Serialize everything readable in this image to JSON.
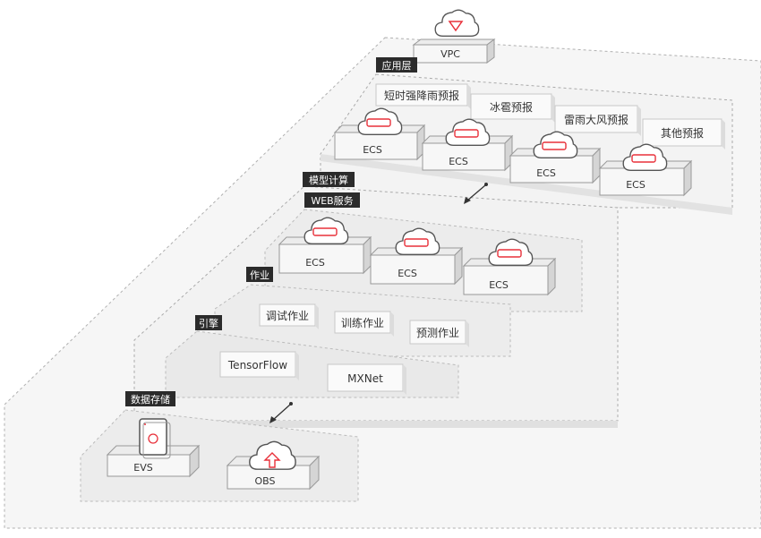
{
  "vpc": {
    "label": "VPC"
  },
  "layers": {
    "app": "应用层",
    "model": "模型计算",
    "web": "WEB服务",
    "job": "作业",
    "engine": "引擎",
    "storage": "数据存储"
  },
  "forecasts": [
    "短时强降雨预报",
    "冰雹预报",
    "雷雨大风预报",
    "其他预报"
  ],
  "app_servers": [
    "ECS",
    "ECS",
    "ECS",
    "ECS"
  ],
  "web_servers": [
    "ECS",
    "ECS",
    "ECS"
  ],
  "jobs": [
    "调试作业",
    "训练作业",
    "预测作业"
  ],
  "engines": [
    "TensorFlow",
    "MXNet"
  ],
  "storage": [
    "EVS",
    "OBS"
  ],
  "icons": {
    "vpc": "cloud-vpc-icon",
    "ecs": "cloud-server-icon",
    "evs": "disk-volume-icon",
    "obs": "cloud-upload-icon"
  },
  "colors": {
    "accent": "#e8303a",
    "tag_bg": "#2b2b2b",
    "tag_text": "#ffffff"
  }
}
